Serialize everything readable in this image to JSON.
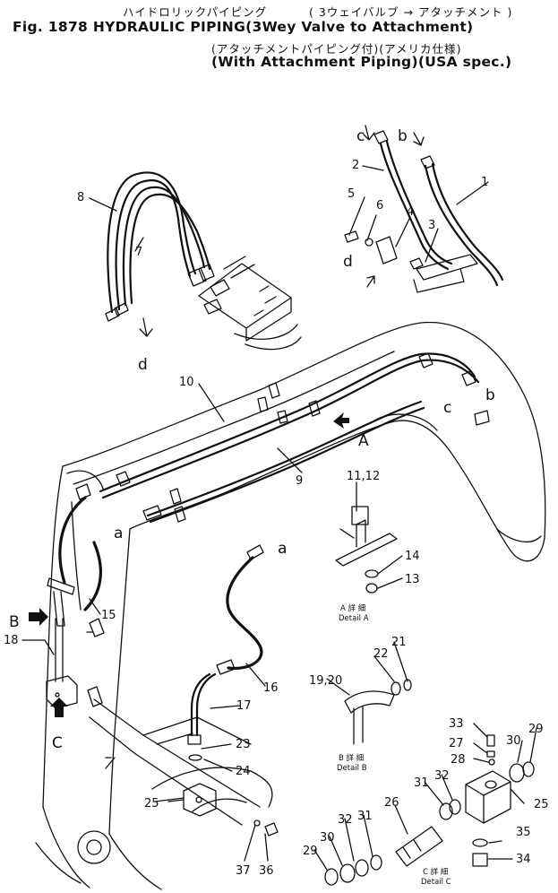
{
  "header": {
    "jp_line1": "ハイドロリックパイピング",
    "jp_paren1": "3ウェイバルブ → アタッチメント",
    "figure_no": "Fig. 1878",
    "title": "HYDRAULIC PIPING",
    "sub1": "3Wey Valve to Attachment",
    "jp_paren2": "アタッチメントパイピング付",
    "jp_paren3": "アメリカ仕様",
    "sub2": "With Attachment Piping",
    "sub3": "USA spec."
  },
  "callouts": [
    "1",
    "2",
    "3",
    "4",
    "5",
    "6",
    "7",
    "8",
    "9",
    "10",
    "11,12",
    "13",
    "14",
    "15",
    "16",
    "17",
    "18",
    "19,20",
    "21",
    "22",
    "23",
    "24",
    "25",
    "26",
    "27",
    "28",
    "29",
    "30",
    "31",
    "32",
    "33",
    "34",
    "35",
    "36",
    "37"
  ],
  "connection_letters": [
    "a",
    "b",
    "c",
    "d",
    "A",
    "B",
    "C"
  ],
  "details": {
    "a": {
      "jp": "A 詳 細",
      "en": "Detail A"
    },
    "b": {
      "jp": "B 詳 細",
      "en": "Detail B"
    },
    "c": {
      "jp": "C 詳 細",
      "en": "Detail C"
    }
  }
}
